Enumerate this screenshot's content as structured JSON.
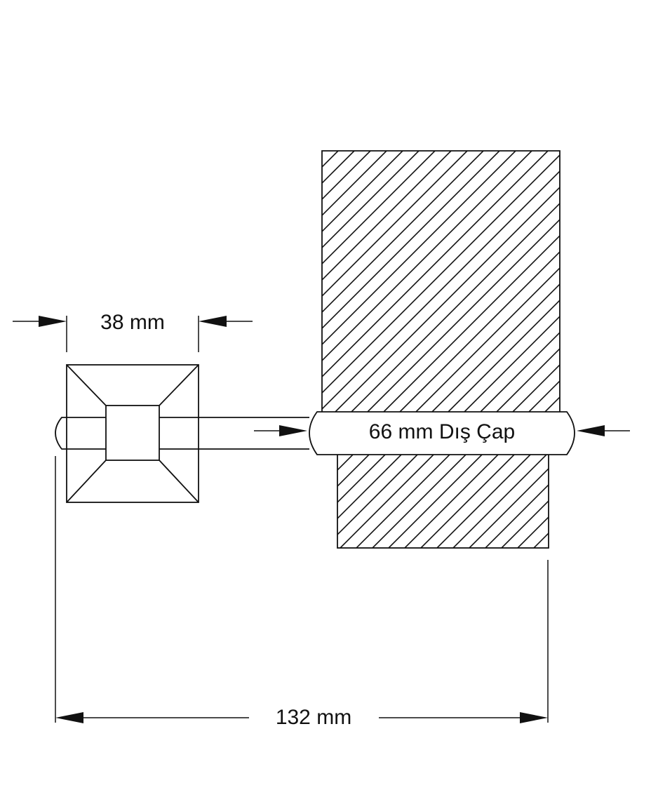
{
  "dimensions": {
    "flange_width": "38 mm",
    "outer_diameter": "66 mm Dış Çap",
    "total_projection": "132 mm"
  },
  "colors": {
    "line": "#111111",
    "background": "#ffffff"
  }
}
